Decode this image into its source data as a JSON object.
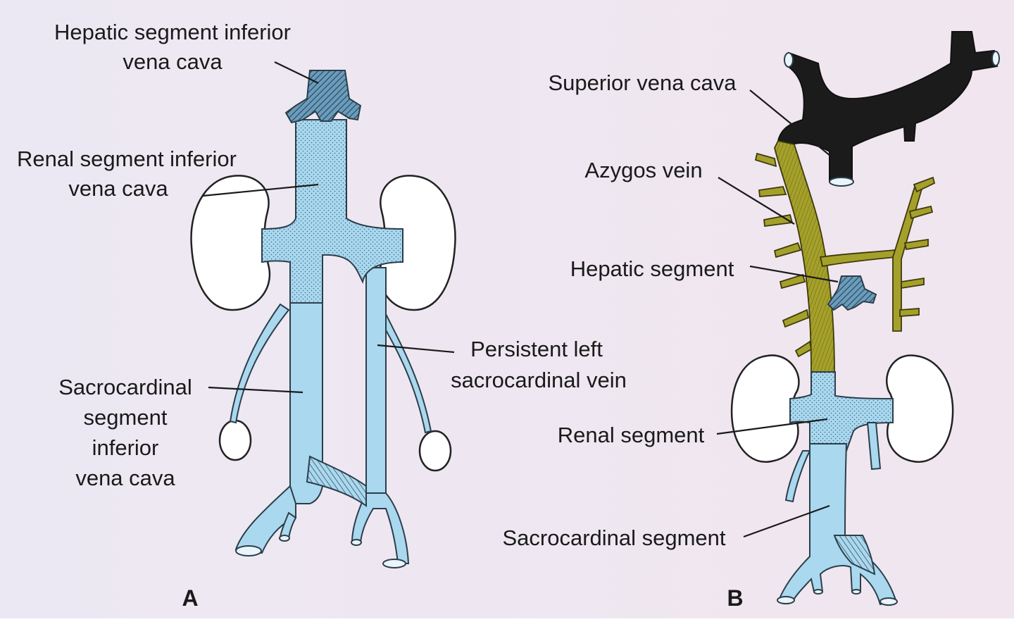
{
  "labels": {
    "hepatic_a_line1": "Hepatic segment inferior",
    "hepatic_a_line2": "vena cava",
    "renal_a_line1": "Renal segment inferior",
    "renal_a_line2": "vena cava",
    "sacro_a_line1": "Sacrocardinal",
    "sacro_a_line2": "segment",
    "sacro_a_line3": "inferior",
    "sacro_a_line4": "vena cava",
    "persistent_line1": "Persistent left",
    "persistent_line2": "sacrocardinal vein",
    "svc": "Superior vena cava",
    "azygos": "Azygos vein",
    "hepatic_b": "Hepatic segment",
    "renal_b": "Renal segment",
    "sacro_b": "Sacrocardinal segment"
  },
  "panels": {
    "a": "A",
    "b": "B"
  },
  "colors": {
    "vein_blue": "#a9d8ef",
    "hepatic_blue": "#5a8fb0",
    "azygos_olive": "#a5a02a",
    "svc_black": "#1b1b1b",
    "background_left": "#ece8f3",
    "background_right": "#f1e6ef"
  }
}
